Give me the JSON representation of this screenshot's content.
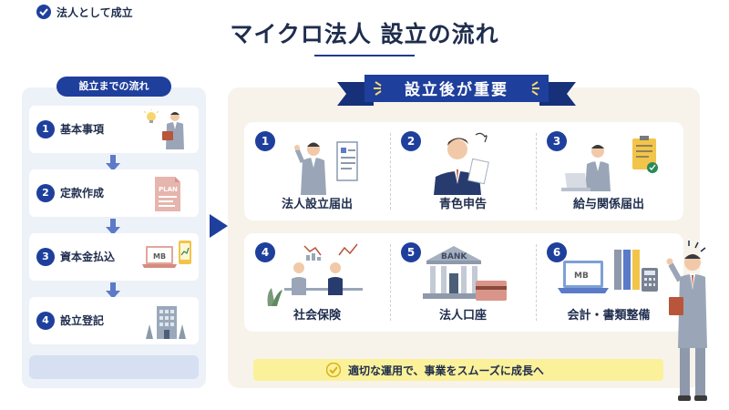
{
  "title": "マイクロ法人 設立の流れ",
  "left": {
    "heading": "設立までの流れ",
    "steps": [
      {
        "num": "1",
        "label": "基本事項"
      },
      {
        "num": "2",
        "label": "定款作成",
        "doc_text": "PLAN"
      },
      {
        "num": "3",
        "label": "資本金払込",
        "logo_text": "MB"
      },
      {
        "num": "4",
        "label": "設立登記"
      }
    ],
    "result": "法人として成立"
  },
  "right": {
    "heading": "設立後が重要",
    "cards": [
      {
        "num": "1",
        "label": "法人設立届出"
      },
      {
        "num": "2",
        "label": "青色申告"
      },
      {
        "num": "3",
        "label": "給与関係届出"
      },
      {
        "num": "4",
        "label": "社会保険"
      },
      {
        "num": "5",
        "label": "法人口座",
        "sign_text": "BANK"
      },
      {
        "num": "6",
        "label": "会計・書類整備",
        "logo_text": "MB"
      }
    ],
    "footer": "適切な運用で、事業をスムーズに成長へ"
  },
  "colors": {
    "navy": "#1f3f9c",
    "text": "#1f2d4d",
    "left_bg": "#edf1f8",
    "right_bg": "#f7f3ea",
    "yellow": "#fbf19a"
  }
}
